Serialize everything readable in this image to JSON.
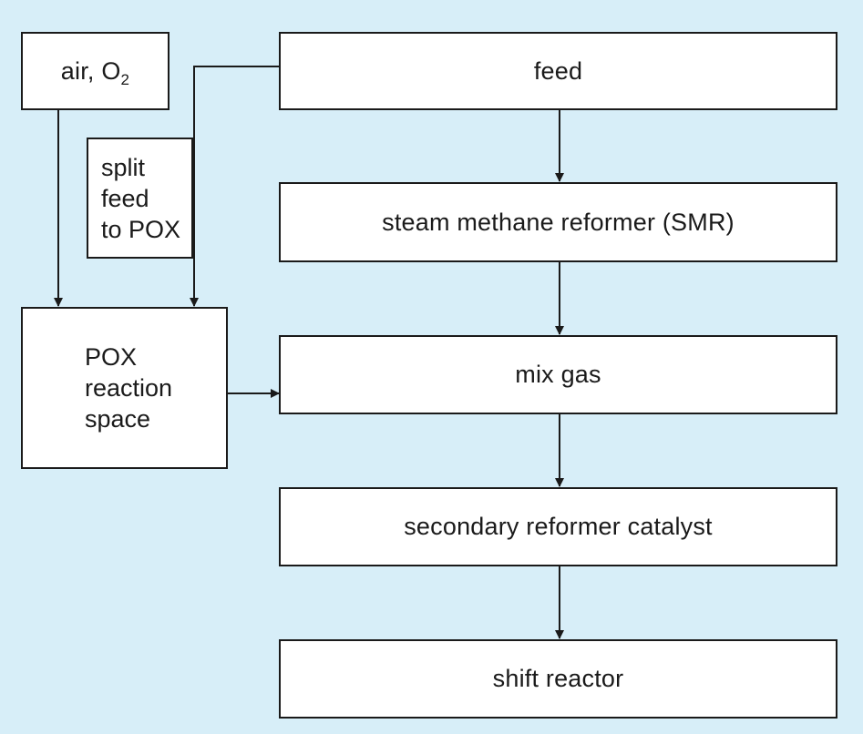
{
  "nodes": {
    "air": {
      "label": "air, O",
      "sub": "2"
    },
    "feed": {
      "label": "feed"
    },
    "split": {
      "lines": [
        "split",
        "feed",
        "to POX"
      ]
    },
    "smr": {
      "label": "steam methane reformer (SMR)"
    },
    "pox": {
      "lines": [
        "POX",
        "reaction",
        "space"
      ]
    },
    "mix": {
      "label": "mix gas"
    },
    "secondary": {
      "label": "secondary reformer catalyst"
    },
    "shift": {
      "label": "shift reactor"
    }
  },
  "colors": {
    "background": "#d7eef8",
    "box": "#ffffff",
    "line": "#1a1a1a"
  }
}
